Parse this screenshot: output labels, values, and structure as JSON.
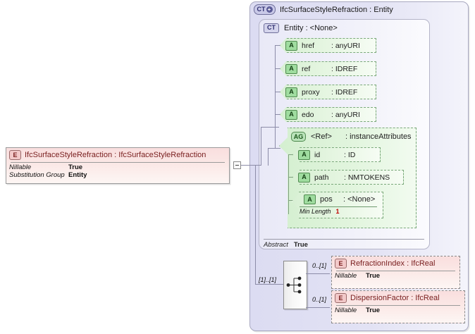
{
  "diagram": {
    "type": "xsd-schema-diagram",
    "colors": {
      "element_fill": "#f9dede",
      "complextype_fill": "#dcdcf2",
      "attribute_fill": "#d8f0d4",
      "facet_value": "#c00000"
    }
  },
  "root_element": {
    "badge": "E",
    "name": "IfcSurfaceStyleRefraction",
    "separator": ":",
    "type": "IfcSurfaceStyleRefraction",
    "title": "IfcSurfaceStyleRefraction : IfcSurfaceStyleRefraction",
    "properties": [
      {
        "key": "Nillable",
        "value": "True"
      },
      {
        "key": "Substitution Group",
        "value": "Entity"
      }
    ]
  },
  "complex_type": {
    "badge": "CT",
    "badge_expand": "+",
    "name": "IfcSurfaceStyleRefraction",
    "separator": ":",
    "type": "Entity",
    "title": "IfcSurfaceStyleRefraction : Entity",
    "abstract": {
      "key": "Abstract",
      "value": "True"
    }
  },
  "base_type": {
    "badge": "CT",
    "name": "Entity",
    "separator": ":",
    "type": "<None>",
    "title": "Entity    : <None>"
  },
  "attributes": [
    {
      "badge": "A",
      "name": "href",
      "separator": ":",
      "type": "anyURI"
    },
    {
      "badge": "A",
      "name": "ref",
      "separator": ":",
      "type": "IDREF"
    },
    {
      "badge": "A",
      "name": "proxy",
      "separator": ":",
      "type": "IDREF"
    },
    {
      "badge": "A",
      "name": "edo",
      "separator": ":",
      "type": "anyURI"
    }
  ],
  "attribute_group": {
    "badge": "AG",
    "name": "<Ref>",
    "separator": ":",
    "type": "instanceAttributes",
    "members": [
      {
        "badge": "A",
        "name": "id",
        "separator": ":",
        "type": "ID",
        "facets": []
      },
      {
        "badge": "A",
        "name": "path",
        "separator": ":",
        "type": "NMTOKENS",
        "facets": []
      },
      {
        "badge": "A",
        "name": "pos",
        "separator": ":",
        "type": "<None>",
        "facets": [
          {
            "key": "Min Length",
            "value": "1"
          }
        ]
      }
    ]
  },
  "sequence": {
    "icon": "sequence-icon",
    "cardinality": "[1]..[1]",
    "children": [
      {
        "badge": "E",
        "name": "RefractionIndex",
        "separator": ":",
        "type": "IfcReal",
        "title": "RefractionIndex : IfcReal",
        "cardinality": "0..[1]",
        "properties": [
          {
            "key": "Nillable",
            "value": "True"
          }
        ]
      },
      {
        "badge": "E",
        "name": "DispersionFactor",
        "separator": ":",
        "type": "IfcReal",
        "title": "DispersionFactor : IfcReal",
        "cardinality": "0..[1]",
        "properties": [
          {
            "key": "Nillable",
            "value": "True"
          }
        ]
      }
    ]
  }
}
